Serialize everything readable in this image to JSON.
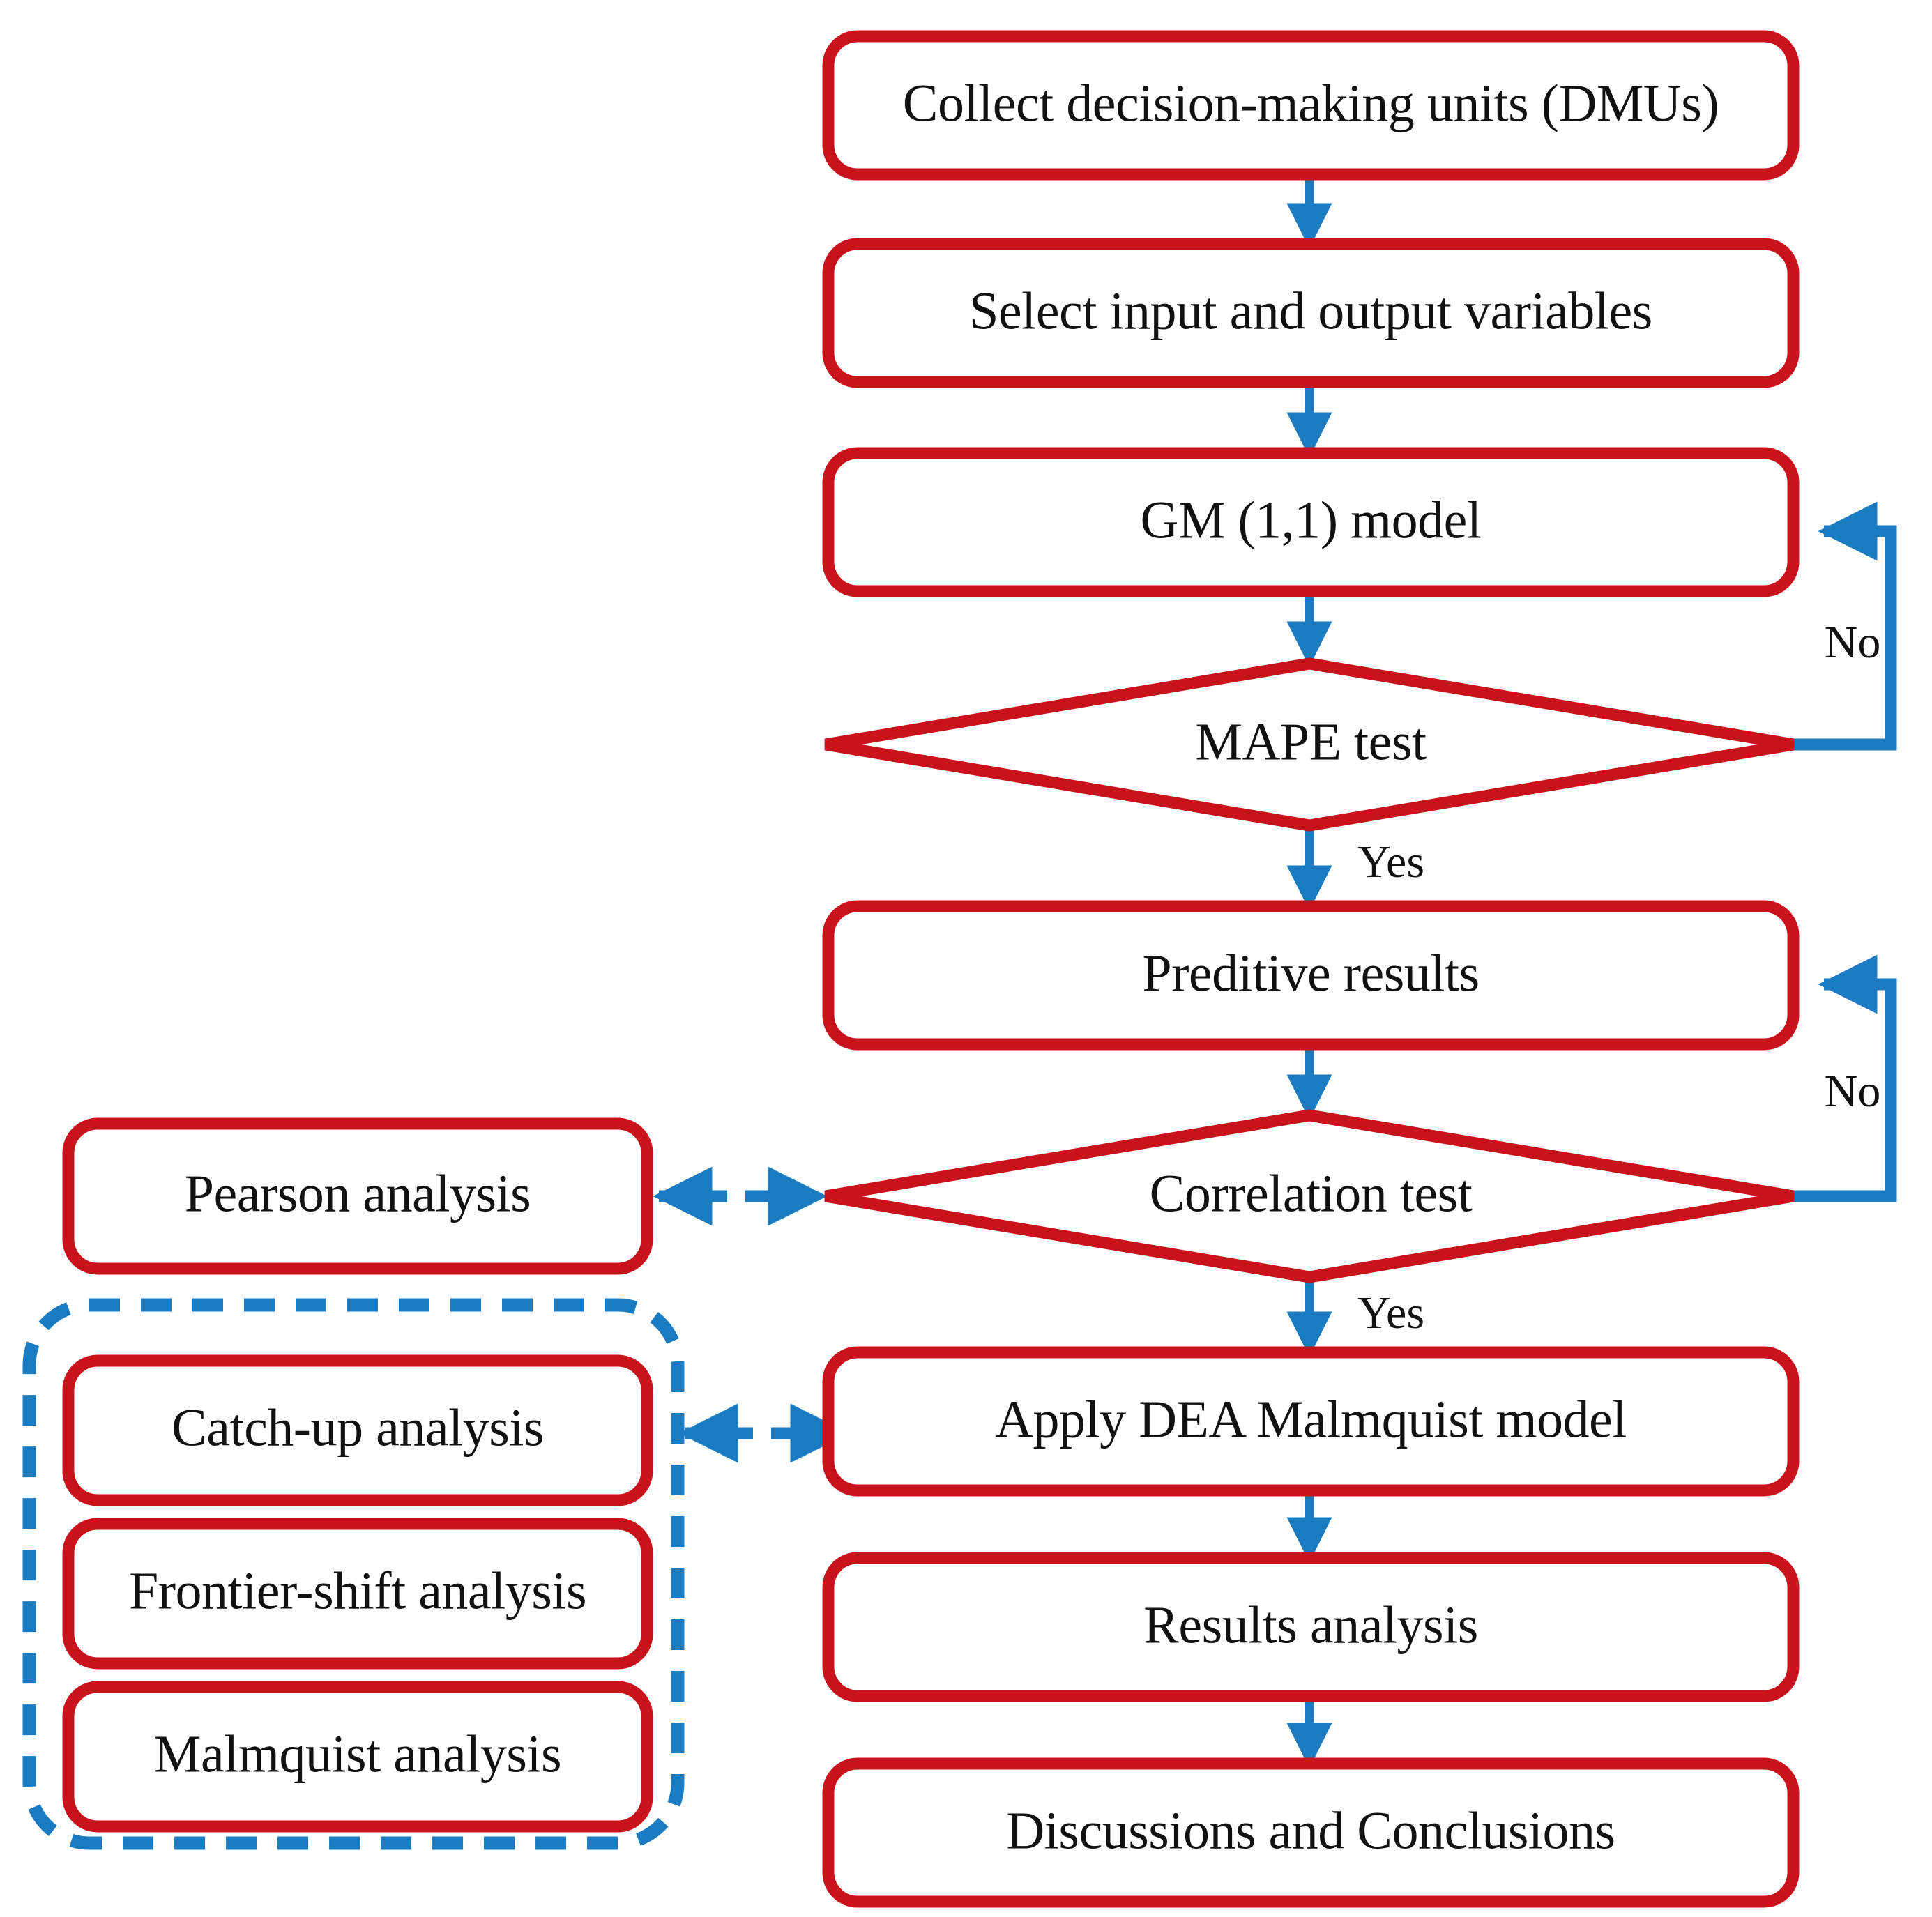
{
  "diagram": {
    "title": "DEA Malmquist research methodology flowchart",
    "colors": {
      "node_border": "#C8121C",
      "arrow": "#1B7BC0",
      "group_border": "#1B7BC0",
      "node_fill": "#FFFFFF",
      "text": "#111111",
      "background": "#FFFFFF"
    },
    "main_flow": [
      {
        "id": "collect-dmus",
        "label": "Collect decision-making units (DMUs)",
        "shape": "rounded-rect"
      },
      {
        "id": "select-variables",
        "label": "Select input and output variables",
        "shape": "rounded-rect"
      },
      {
        "id": "gm-model",
        "label": "GM (1,1) model",
        "shape": "rounded-rect"
      },
      {
        "id": "mape-test",
        "label": "MAPE test",
        "shape": "diamond"
      },
      {
        "id": "preditive-results",
        "label": "Preditive results",
        "shape": "rounded-rect"
      },
      {
        "id": "correlation-test",
        "label": "Correlation test",
        "shape": "diamond"
      },
      {
        "id": "apply-dea-malmquist",
        "label": "Apply DEA Malmquist model",
        "shape": "rounded-rect"
      },
      {
        "id": "results-analysis",
        "label": "Results analysis",
        "shape": "rounded-rect"
      },
      {
        "id": "discussions-conclusions",
        "label": "Discussions and Conclusions",
        "shape": "rounded-rect"
      }
    ],
    "side_nodes": [
      {
        "id": "pearson-analysis",
        "label": "Pearson analysis",
        "shape": "rounded-rect"
      },
      {
        "id": "catch-up-analysis",
        "label": "Catch-up analysis",
        "shape": "rounded-rect"
      },
      {
        "id": "frontier-shift-analysis",
        "label": "Frontier-shift analysis",
        "shape": "rounded-rect"
      },
      {
        "id": "malmquist-analysis",
        "label": "Malmquist analysis",
        "shape": "rounded-rect"
      }
    ],
    "edge_labels": {
      "mape_no": "No",
      "mape_yes": "Yes",
      "correlation_no": "No",
      "correlation_yes": "Yes"
    }
  }
}
